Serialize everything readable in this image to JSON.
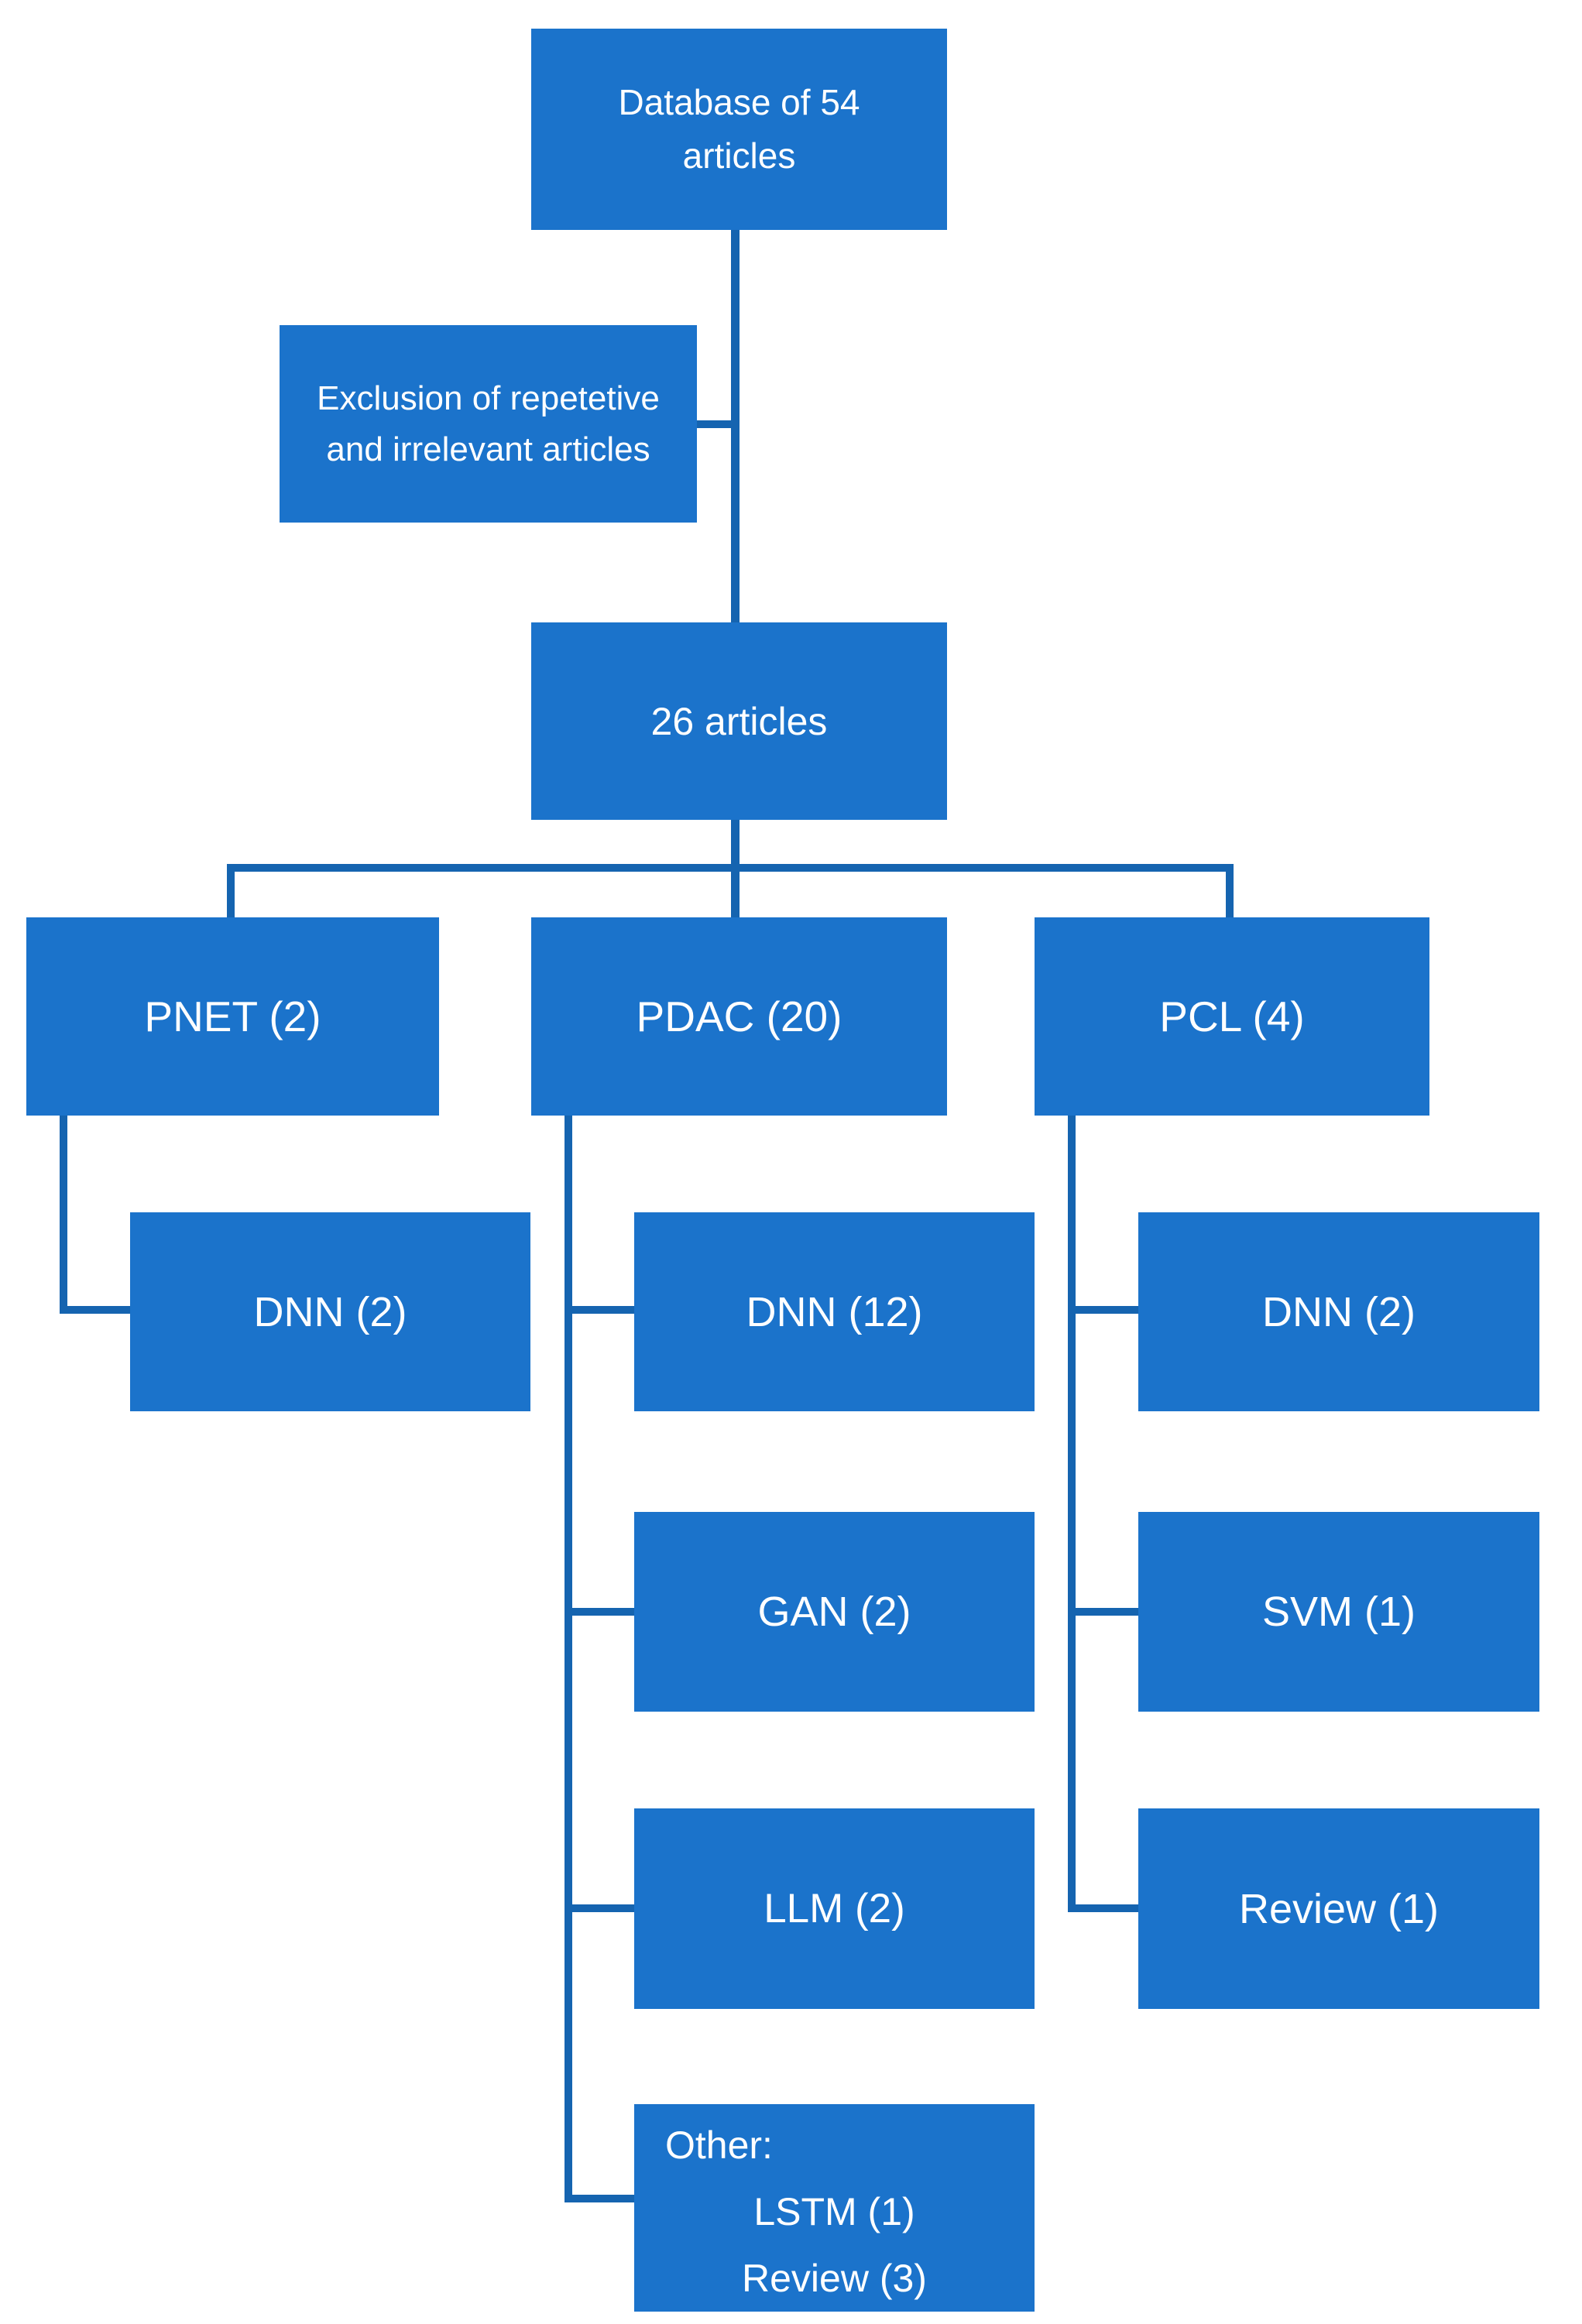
{
  "diagram": {
    "type": "flowchart",
    "colors": {
      "box_fill": "#1b73cb",
      "connector": "#1564b0",
      "box_text": "#ffffff",
      "page_bg": "#ffffff"
    },
    "nodes": {
      "database": {
        "label": "Database of 54 articles"
      },
      "exclusion": {
        "label": "Exclusion of repetetive and irrelevant articles"
      },
      "included": {
        "label": "26 articles"
      },
      "pnet": {
        "label": "PNET (2)"
      },
      "pdac": {
        "label": "PDAC (20)"
      },
      "pcl": {
        "label": "PCL (4)"
      },
      "pnet_dnn": {
        "label": "DNN (2)"
      },
      "pdac_dnn": {
        "label": "DNN (12)"
      },
      "pdac_gan": {
        "label": "GAN (2)"
      },
      "pdac_llm": {
        "label": "LLM (2)"
      },
      "pdac_other": {
        "heading": "Other:",
        "items": [
          "LSTM (1)",
          "Review (3)"
        ]
      },
      "pcl_dnn": {
        "label": "DNN (2)"
      },
      "pcl_svm": {
        "label": "SVM (1)"
      },
      "pcl_review": {
        "label": "Review (1)"
      }
    }
  }
}
